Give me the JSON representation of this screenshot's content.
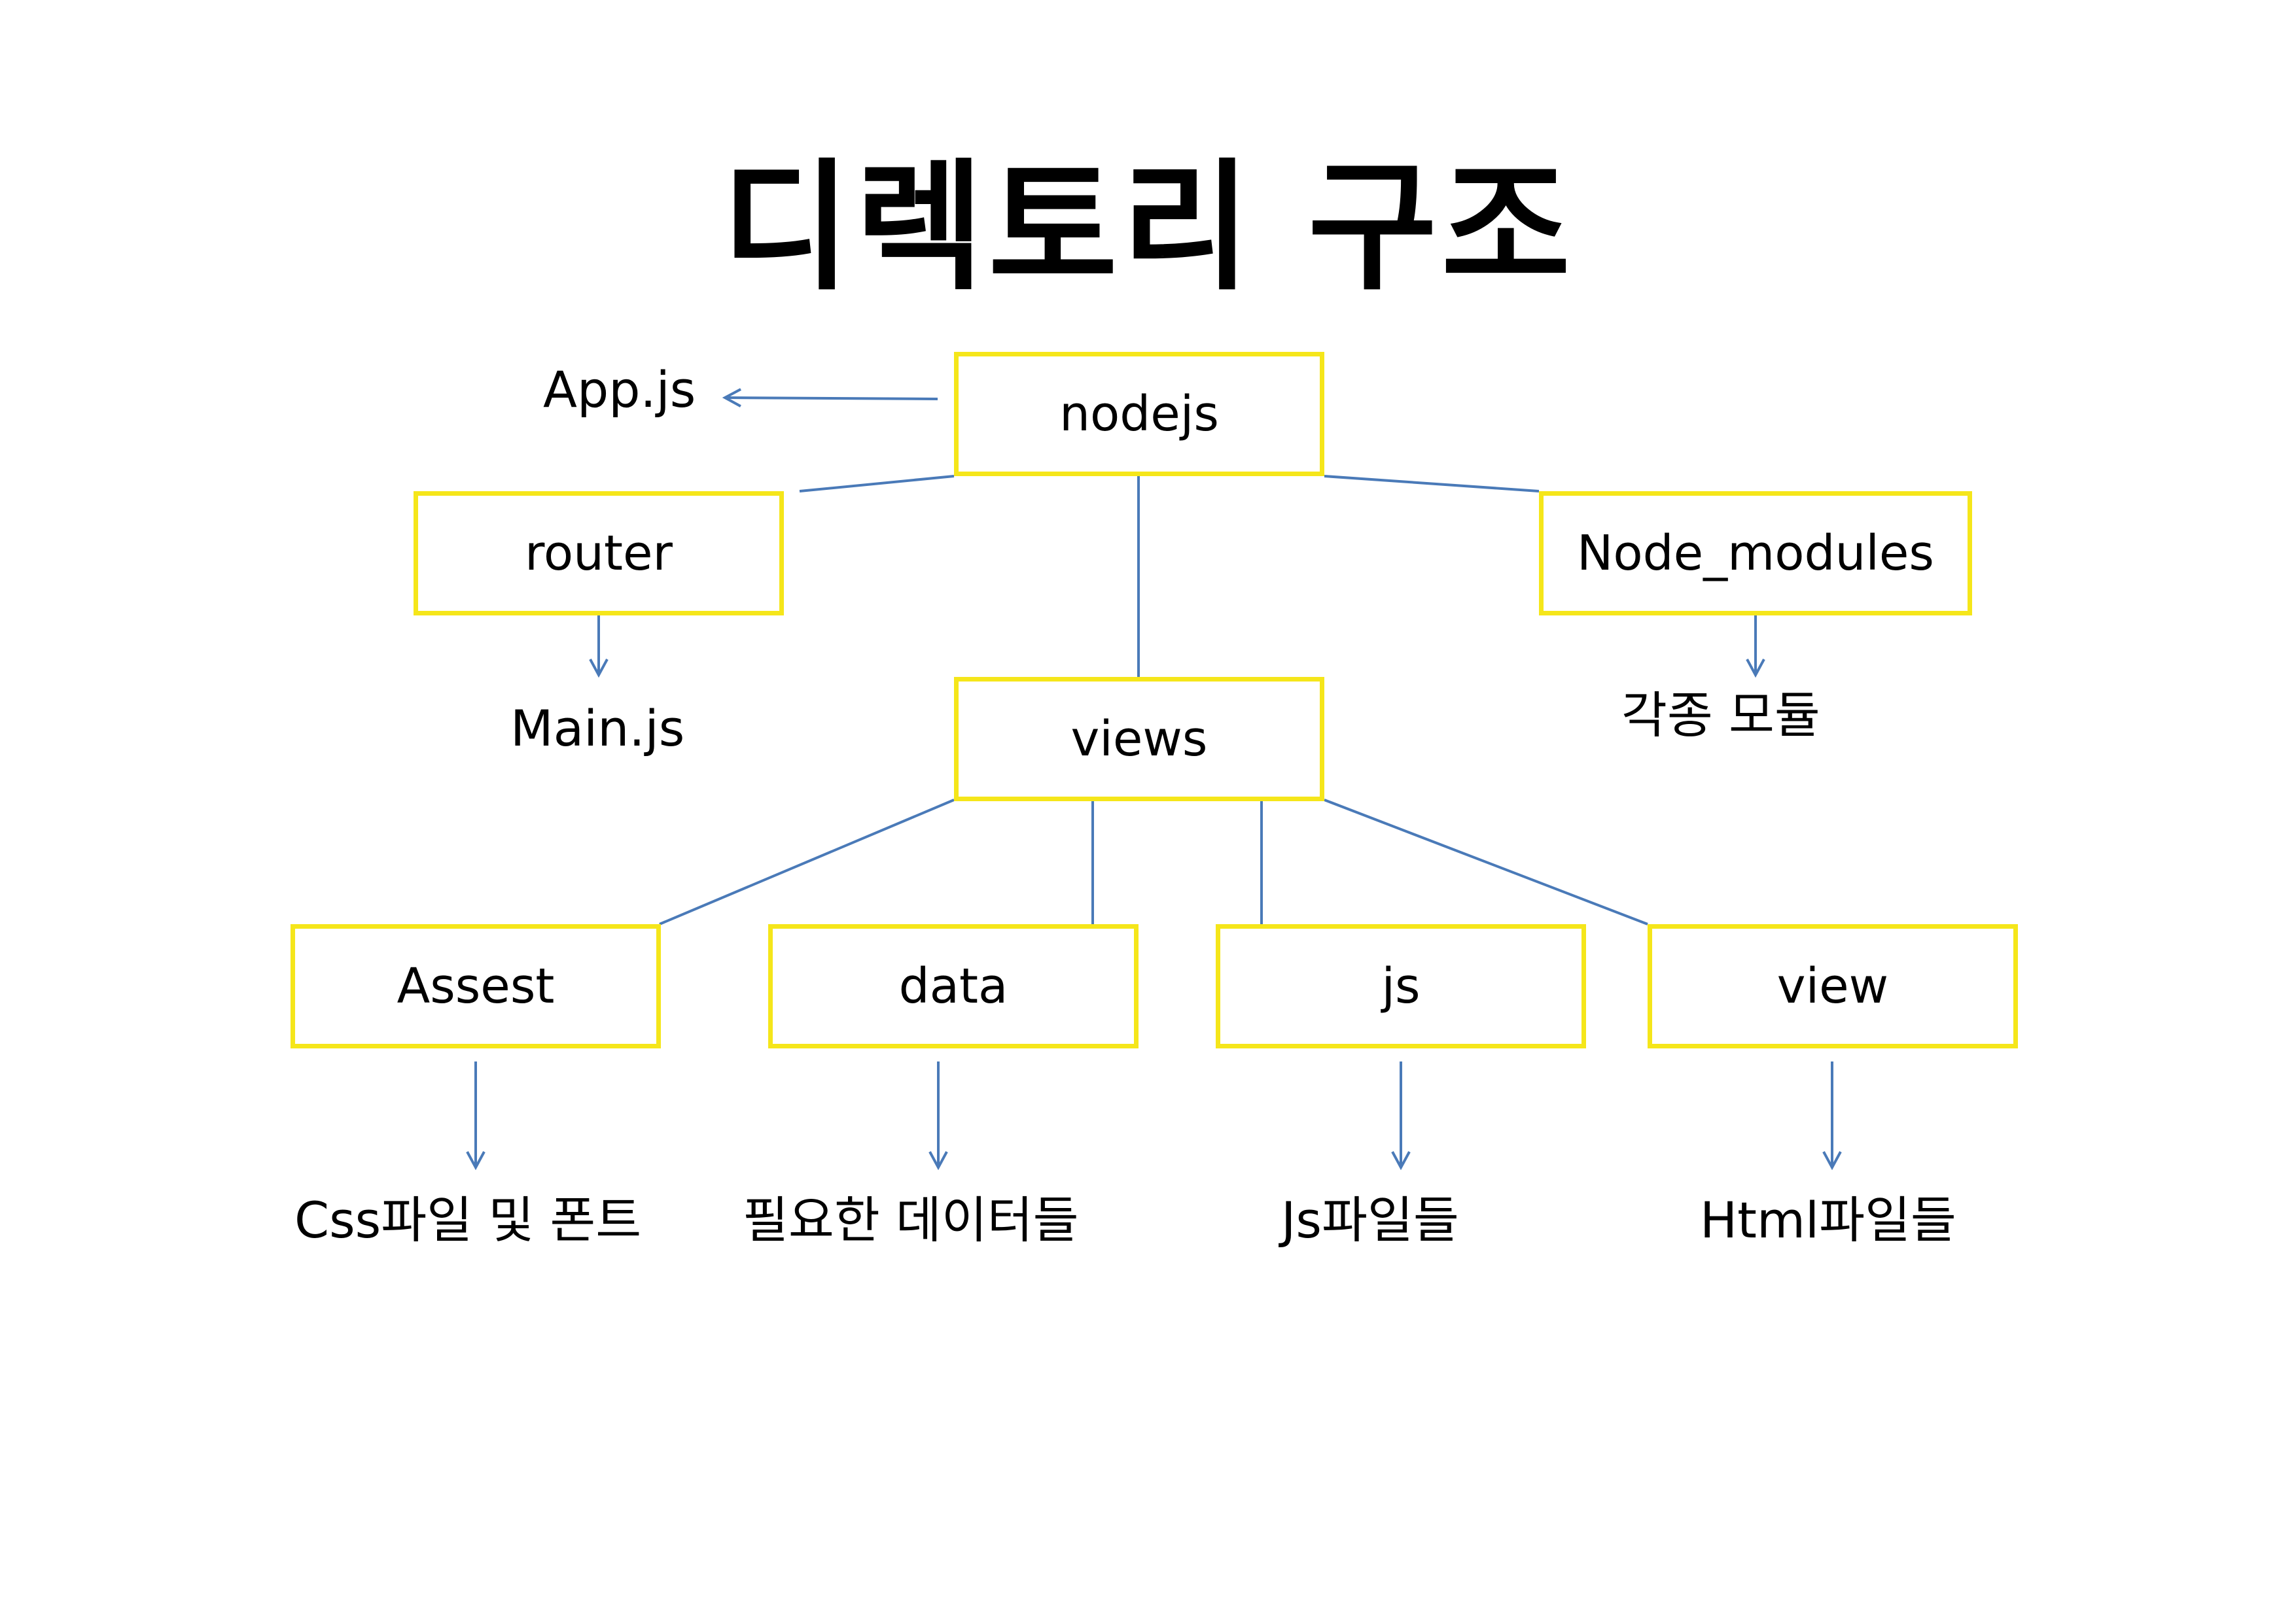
{
  "title": "디렉토리 구조",
  "nodes": {
    "root": "nodejs",
    "router": "router",
    "node_modules": "Node_modules",
    "views": "views",
    "assest": "Assest",
    "data": "data",
    "js": "js",
    "view": "view"
  },
  "annotations": {
    "app": "App.js",
    "main": "Main.js",
    "modules": "각종 모듈",
    "css": "Css파일 및 폰트",
    "data_files": "필요한 데이터들",
    "js_files": "Js파일들",
    "html_files": "Html파일들"
  },
  "colors": {
    "box_border": "#f5e61a",
    "connector": "#4a7ab8"
  }
}
